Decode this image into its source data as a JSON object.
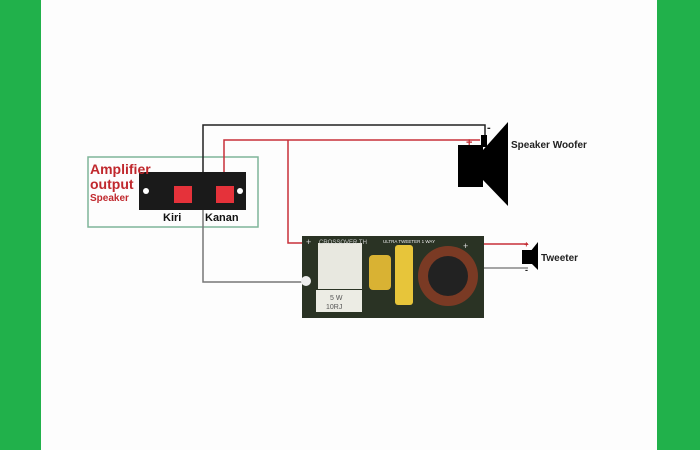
{
  "amplifier": {
    "line1": "Amplifier",
    "line2": "output",
    "line3": "Speaker"
  },
  "terminals": {
    "left": "Kiri",
    "right": "Kanan"
  },
  "woofer": {
    "label": "Speaker Woofer",
    "minus": "-",
    "plus": "+"
  },
  "tweeter": {
    "label": "Tweeter",
    "minus": "-",
    "plus": "+"
  },
  "crossover": {
    "title": "CROSSOVER TH",
    "subtitle": "ULTRA TWEETER 1 WAY",
    "resistor": "5 W",
    "resistor_value": "10RJ",
    "plus_in": "+",
    "plus_out": "+"
  },
  "colors": {
    "side_bars": "#21b14b",
    "label_red": "#c0282d",
    "wire_red": "#c8303a",
    "wire_black": "#222222"
  }
}
